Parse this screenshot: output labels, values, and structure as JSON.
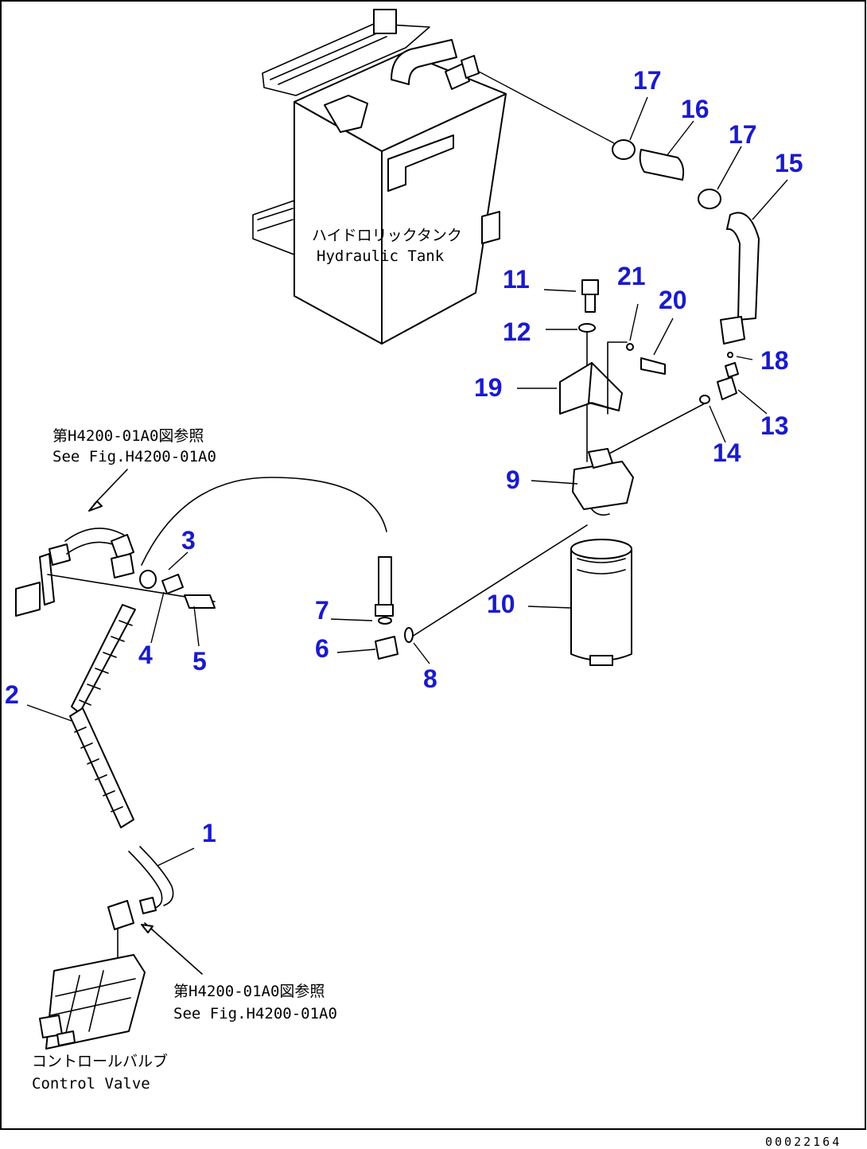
{
  "notes": {
    "tank_ja": "ハイドロリックタンク",
    "tank_en": "Hydraulic Tank",
    "ref_top_ja": "第H4200-01A0図参照",
    "ref_top_en": "See Fig.H4200-01A0",
    "ref_bottom_ja": "第H4200-01A0図参照",
    "ref_bottom_en": "See Fig.H4200-01A0",
    "valve_ja": "コントロールバルブ",
    "valve_en": "Control Valve"
  },
  "drawing_code": "00022164",
  "callouts": [
    "1",
    "2",
    "3",
    "4",
    "5",
    "6",
    "7",
    "8",
    "9",
    "10",
    "11",
    "12",
    "13",
    "14",
    "15",
    "16",
    "17",
    "17",
    "18",
    "19",
    "20",
    "21"
  ],
  "colors": {
    "callout": "#1a1acc",
    "line": "#000000"
  }
}
